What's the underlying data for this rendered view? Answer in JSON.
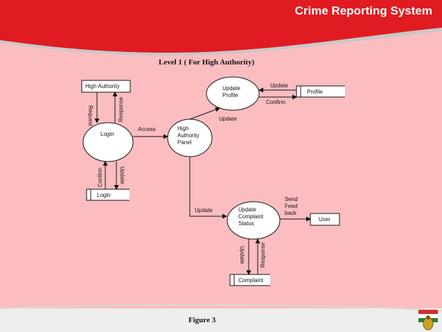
{
  "slide": {
    "title": "Crime Reporting System",
    "heading": "Level 1 ( For High Authority)",
    "caption": "Figure 3",
    "colors": {
      "banner": "#e01b22",
      "background": "#fbbdbf",
      "line": "#111111",
      "footer": "#eeeeee"
    }
  },
  "diagram": {
    "entities": {
      "high_authority": "High Authority",
      "login_store": "Login",
      "profile_store": "Profile",
      "user": "User",
      "complaint_store": "Complaint"
    },
    "processes": {
      "login": "Login",
      "panel": [
        "High",
        "Authority",
        "Panel"
      ],
      "update_profile": [
        "Update",
        "Profile"
      ],
      "update_status": [
        "Update",
        "Complaint",
        "Status"
      ]
    },
    "flows": {
      "request": "Request",
      "response": "Response",
      "confirm": "Confirm",
      "update": "Update",
      "access": "Access",
      "profile_update": "Update",
      "profile_confirm": "Confirm",
      "panel_update": "Update",
      "status_update": "Update",
      "send_feedback": [
        "Send",
        "Feed",
        "back"
      ],
      "complaint_update": "Update",
      "complaint_response": "Response"
    }
  }
}
